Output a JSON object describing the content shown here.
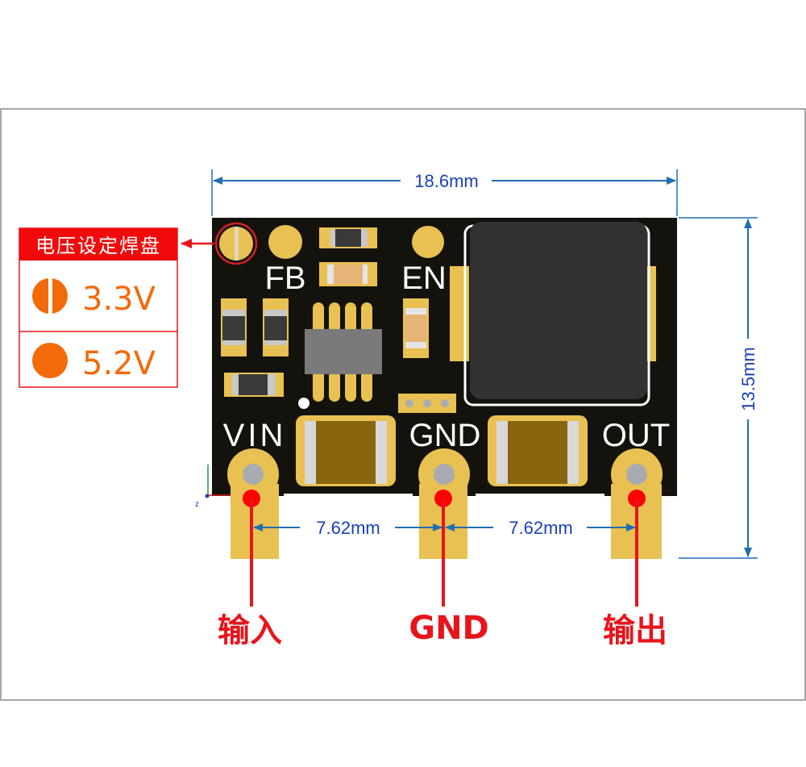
{
  "dimensions": {
    "width": "18.6mm",
    "height": "13.5mm",
    "pitch_left": "7.62mm",
    "pitch_right": "7.62mm"
  },
  "silkscreen": {
    "fb": "FB",
    "en": "EN",
    "vin": "VIN",
    "gnd": "GND",
    "out": "OUT"
  },
  "pins": {
    "input": "输入",
    "gnd": "GND",
    "output": "输出"
  },
  "legend": {
    "title": "电压设定焊盘",
    "rows": [
      {
        "icon": "split-pad-icon",
        "value": "3.3V"
      },
      {
        "icon": "solid-pad-icon",
        "value": "5.2V"
      }
    ]
  },
  "colors": {
    "board": "#14120c",
    "pad": "#e8c152",
    "dimension": "#1f6fb2",
    "callout": "#e8141c",
    "legend_text": "#f26a0a"
  }
}
